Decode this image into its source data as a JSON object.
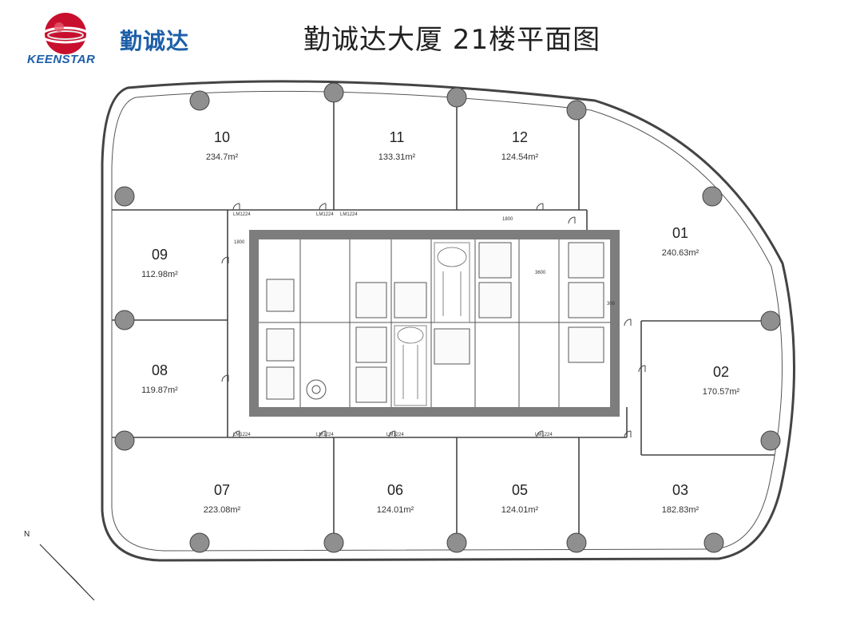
{
  "header": {
    "brand_cn": "勤诚达",
    "brand_en": "KEENSTAR",
    "title": "勤诚达大厦 21楼平面图"
  },
  "compass": {
    "label": "N"
  },
  "units": [
    {
      "id": "10",
      "area": "234.7m²"
    },
    {
      "id": "11",
      "area": "133.31m²"
    },
    {
      "id": "12",
      "area": "124.54m²"
    },
    {
      "id": "01",
      "area": "240.63m²"
    },
    {
      "id": "09",
      "area": "112.98m²"
    },
    {
      "id": "08",
      "area": "119.87m²"
    },
    {
      "id": "02",
      "area": "170.57m²"
    },
    {
      "id": "07",
      "area": "223.08m²"
    },
    {
      "id": "06",
      "area": "124.01m²"
    },
    {
      "id": "05",
      "area": "124.01m²"
    },
    {
      "id": "03",
      "area": "182.83m²"
    }
  ],
  "door_tags": [
    "LM1224",
    "LM1224",
    "LM1224",
    "LM1224",
    "LM1224",
    "LM1224",
    "LM1224"
  ],
  "dimension_tags": [
    "1800",
    "1800",
    "3600",
    "300"
  ],
  "colors": {
    "core_wall": "#7d7d7d",
    "column": "#8f8f8f",
    "line": "#444444",
    "brand": "#1d5fa8",
    "logo_red": "#c8102e"
  }
}
